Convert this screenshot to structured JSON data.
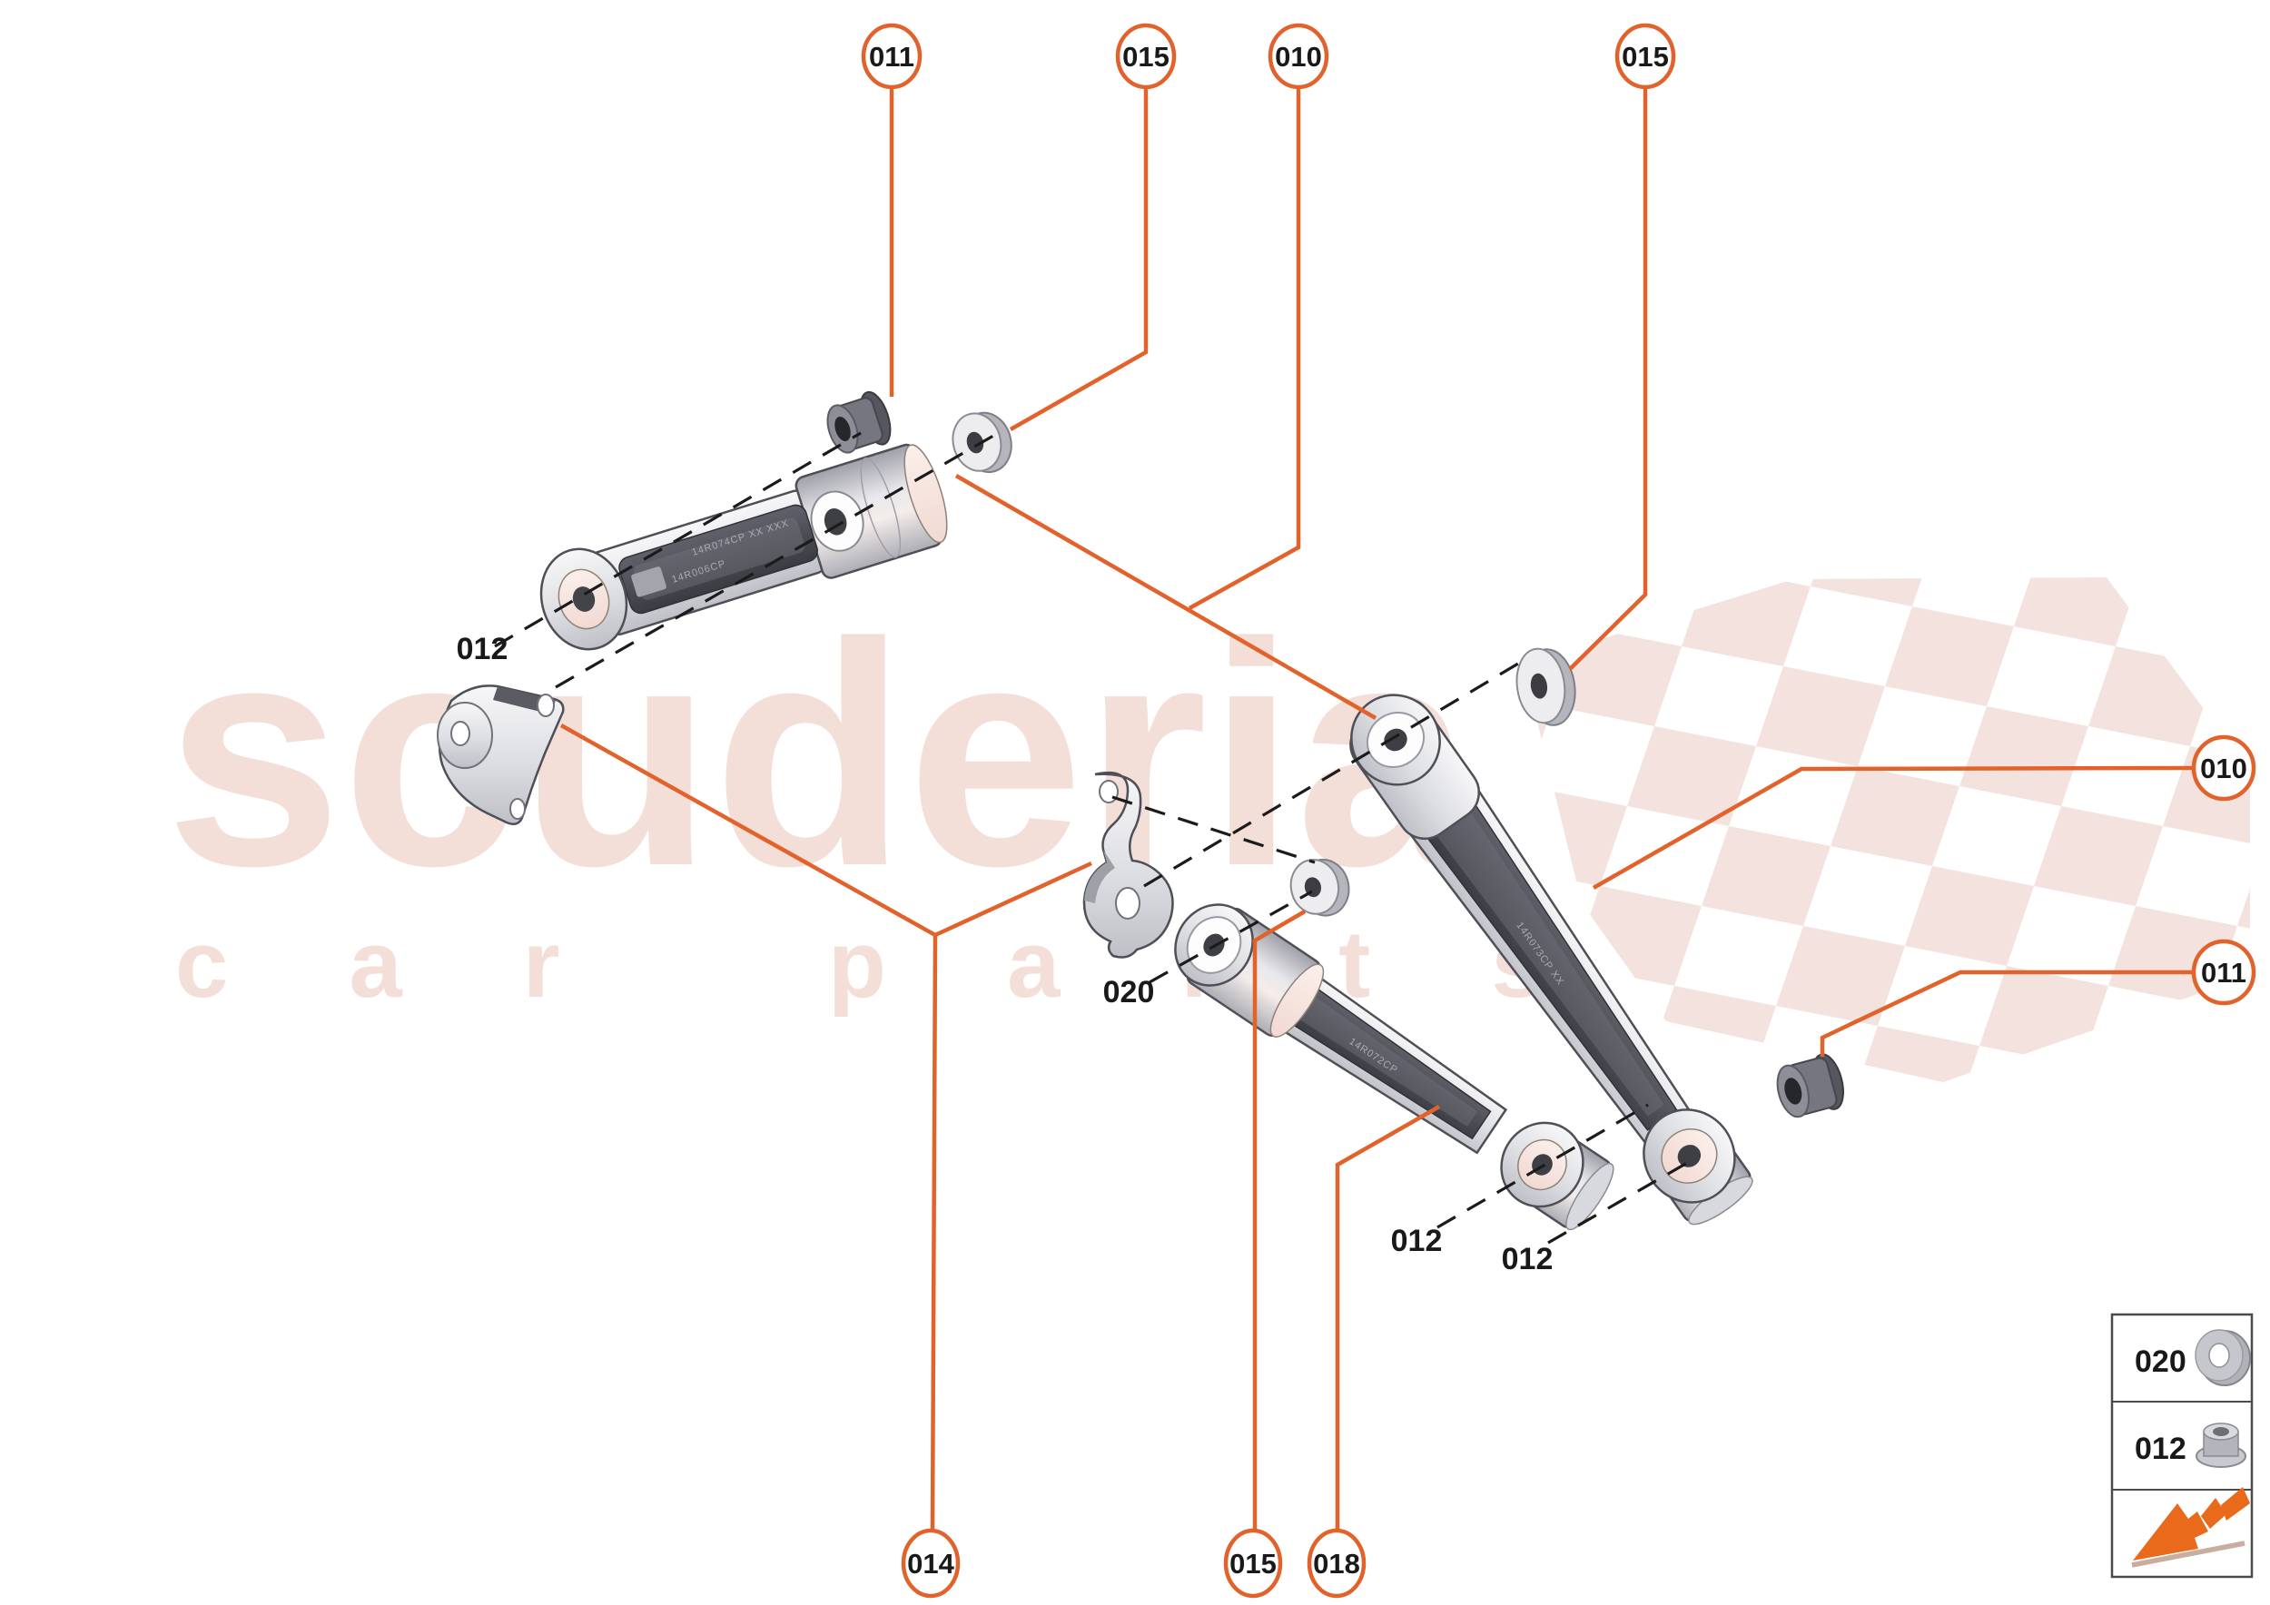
{
  "watermark": {
    "brand": "scuderia",
    "tagline": "car parts",
    "text_color": "#F3DED8",
    "checker_color": "#F3E2DE"
  },
  "colors": {
    "accent_orange": "#E2622B",
    "dash_black": "#1B1B1B",
    "arrow_shadow_tan": "#C9AD9F",
    "part_outline": "#4E4F57"
  },
  "callouts": {
    "top": [
      {
        "label": "011"
      },
      {
        "label": "015"
      },
      {
        "label": "010"
      },
      {
        "label": "015"
      }
    ],
    "right": [
      {
        "label": "010"
      },
      {
        "label": "011"
      }
    ],
    "bottom": [
      {
        "label": "014"
      },
      {
        "label": "015"
      },
      {
        "label": "018"
      }
    ]
  },
  "inline_labels": [
    {
      "label": "012"
    },
    {
      "label": "020"
    },
    {
      "label": "012"
    },
    {
      "label": "012"
    }
  ],
  "part_stamps": {
    "arm1_line1": "14R006CP",
    "arm1_line2": "14R074CP XX XXX",
    "arm2": "14R072CP",
    "arm3": "14R073CP XX"
  },
  "legend": {
    "rows": [
      {
        "code": "020",
        "icon": "washer-icon"
      },
      {
        "code": "012",
        "icon": "flange-nut-icon"
      },
      {
        "code": "",
        "icon": "direction-arrow-icon"
      }
    ]
  }
}
